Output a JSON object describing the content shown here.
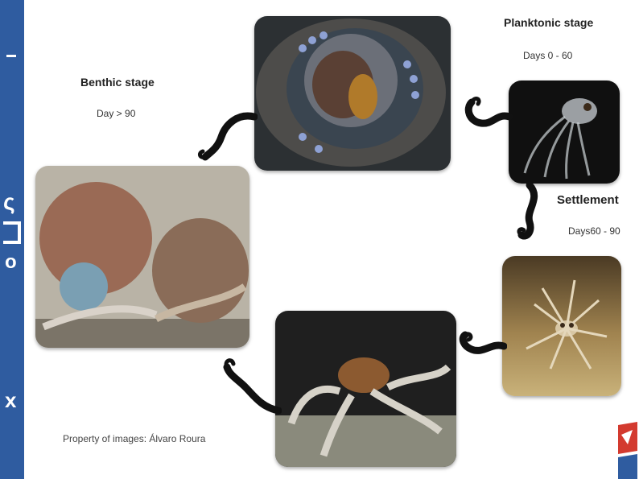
{
  "stages": {
    "planktonic": {
      "title": "Planktonic stage",
      "days": "Days 0 - 60"
    },
    "settlement": {
      "title": "Settlement",
      "days": "Days60 - 90"
    },
    "benthic": {
      "title": "Benthic stage",
      "days": "Day > 90"
    }
  },
  "credit": "Property of images: Álvaro Roura",
  "colors": {
    "background": "#2f5ca0",
    "slide": "#ffffff",
    "tentacle": "#111111",
    "logo_red": "#d33a2f"
  },
  "icons": [
    "tentacle-arrow-icon",
    "logo-icon"
  ]
}
